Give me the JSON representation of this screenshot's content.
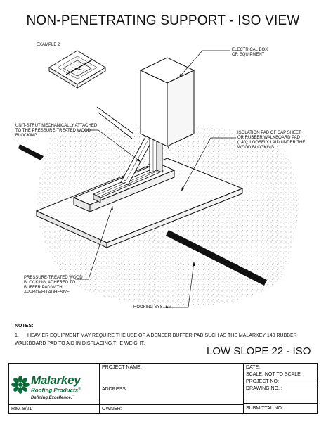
{
  "title": "NON-PENETRATING SUPPORT - ISO VIEW",
  "labels": {
    "example": "EXAMPLE 2",
    "electrical_box": [
      "ELECTRICAL BOX",
      "OR EQUIPMENT"
    ],
    "unit_strut": [
      "UNIT-STRUT MECHANICALLY ATTACHED",
      "TO THE PRESSURE-TREATED WOOD",
      "BLOCKING"
    ],
    "isolation_pad": [
      "ISOLATION PAD OF CAP SHEET",
      "OR RUBBER WALKBOARD PAD",
      "(140), LOOSELY LAID UNDER THE",
      "WOOD BLOCKING"
    ],
    "wood_blocking": [
      "PRESSURE-TREATED WOOD",
      "BLOCKING, ADHERED TO",
      "BUFFER PAD WITH",
      "APPROVED ADHESIVE"
    ],
    "roofing_system": "ROOFING SYSTEM"
  },
  "notes": {
    "heading": "NOTES:",
    "items": [
      {
        "num": "1.",
        "text": "HEAVIER EQUIPMENT MAY REQUIRE THE USE OF A DENSER BUFFER PAD SUCH AS THE MALARKEY 140 RUBBER WALKBOARD PAD TO AID IN DISPLACING THE WEIGHT."
      }
    ]
  },
  "drawing_id": "LOW SLOPE 22 - ISO",
  "title_block": {
    "logo": {
      "name": "Malarkey",
      "sub": "Roofing Products",
      "reg": "®",
      "tagline": "Defining Excellence.",
      "tm": "™"
    },
    "revision": "Rev. 8/21",
    "project_name": "PROJECT NAME:",
    "address": "ADDRESS:",
    "owner": "OWNER:",
    "date": "DATE:",
    "scale": "SCALE:  NOT TO SCALE",
    "project_no": "PROJECT NO:",
    "drawing_no": "DRAWING NO. :",
    "submittal_no": "SUBMITTAL NO. :"
  },
  "colors": {
    "logo_green": "#0d6b3a",
    "line": "#111111"
  }
}
